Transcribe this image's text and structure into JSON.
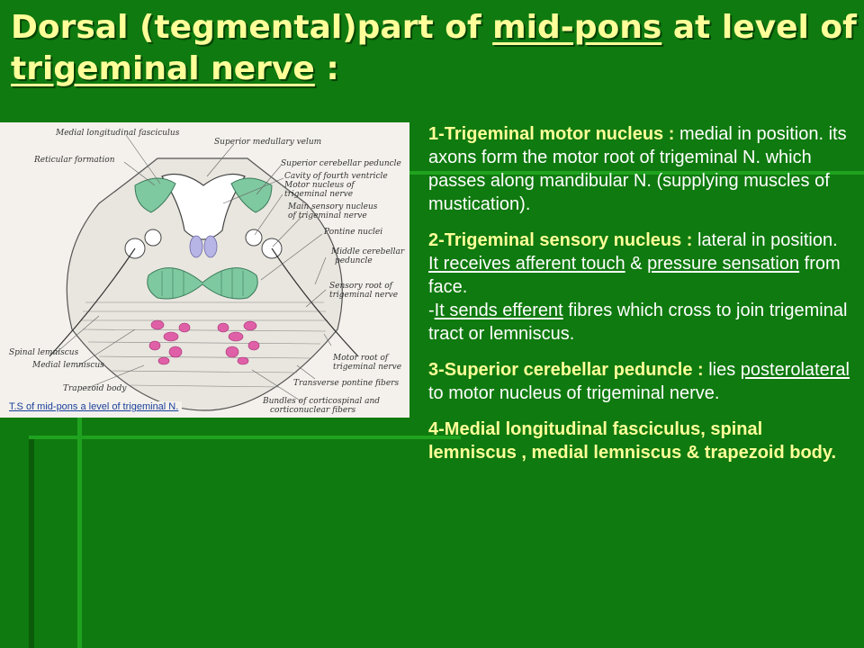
{
  "title": {
    "part1": "Dorsal (tegmental)part of ",
    "part2": "mid-pons",
    "part3": " at level of ",
    "part4": "trigeminal nerve",
    "part5": " :"
  },
  "figure": {
    "caption": "T.S of mid-pons a level of trigeminal N.",
    "labels": {
      "mlf": "Medial longitudinal fasciculus",
      "reticular": "Reticular formation",
      "sup_velum": "Superior medullary velum",
      "sup_ped": "Superior cerebellar peduncle",
      "cavity1": "Cavity of fourth ventricle",
      "motor1": "Motor nucleus of",
      "motor2": "trigeminal nerve",
      "sensory1": "Main sensory nucleus",
      "sensory2": "of trigeminal nerve",
      "pontine": "Pontine nuclei",
      "mid_ped1": "Middle cerebellar",
      "mid_ped2": "peduncle",
      "sroot1": "Sensory root of",
      "sroot2": "trigeminal nerve",
      "spinal": "Spinal lemniscus",
      "medial": "Medial lemniscus",
      "mroot1": "Motor root of",
      "mroot2": "trigeminal nerve",
      "trapezoid": "Trapezoid body",
      "transverse": "Transverse pontine fibers",
      "bundles1": "Bundles of corticospinal and",
      "bundles2": "corticonuclear fibers"
    }
  },
  "points": [
    {
      "heading": "1-Trigeminal motor nucleus :",
      "text": " medial in position. its axons form the motor root of trigeminal N. which  passes along mandibular N. (supplying muscles of mustication)."
    },
    {
      "heading": "2-Trigeminal sensory nucleus :",
      "text1": " lateral in position. ",
      "u1": "It receives afferent  touch",
      "text2": " & ",
      "u2": "pressure sensation",
      "text3": " from face.",
      "line2_prefix": "-",
      "u3": "It sends efferent",
      "text4": " fibres which  cross to join trigeminal tract or lemniscus."
    },
    {
      "heading": "3-Superior cerebellar peduncle :",
      "text1": " lies ",
      "u1": "posterolateral ",
      "text2": "to motor nucleus of trigeminal nerve."
    },
    {
      "heading": "4-Medial longitudinal fasciculus, spinal lemniscus , medial lemniscus &  trapezoid body."
    }
  ]
}
